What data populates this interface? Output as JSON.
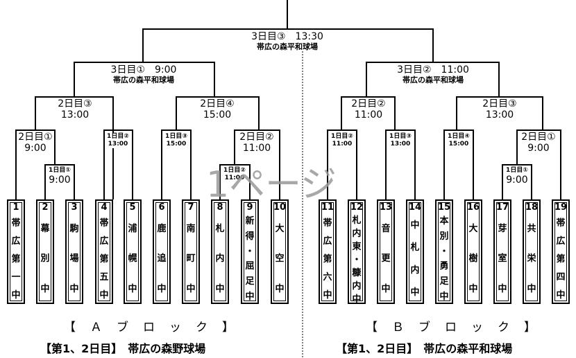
{
  "matches": {
    "final": {
      "round": "3日目③　13:30",
      "venue": "帯広の森平和球場"
    },
    "semi_a": {
      "round": "3日目①　9:00",
      "venue": "帯広の森平和球場"
    },
    "semi_b": {
      "round": "3日目②　11:00",
      "venue": "帯広の森平和球場"
    },
    "a_qf1": {
      "date": "2日目③",
      "time": "13:00"
    },
    "a_qf2": {
      "date": "2日目④",
      "time": "15:00"
    },
    "b_qf1": {
      "date": "2日目②",
      "time": "11:00"
    },
    "b_qf2": {
      "date": "2日目③",
      "time": "13:00"
    },
    "a_r2_1": {
      "date": "2日目①",
      "time": "9:00"
    },
    "a_r2_2": {
      "date": "2日目②",
      "time": "11:00"
    },
    "b_r2_2": {
      "date": "2日目①",
      "time": "9:00"
    },
    "a_r1_1": {
      "date": "1日目①",
      "time": "9:00"
    },
    "a_r1_2": {
      "date": "1日目②",
      "time": "13:00"
    },
    "a_r1_3": {
      "date": "1日目③",
      "time": "15:00"
    },
    "a_r1_4": {
      "date": "1日目②",
      "time": "11:00"
    },
    "b_r1_1": {
      "date": "1日目②",
      "time": "11:00"
    },
    "b_r1_2": {
      "date": "1日目③",
      "time": "13:00"
    },
    "b_r1_3": {
      "date": "1日目④",
      "time": "15:00"
    },
    "b_r1_4": {
      "date": "1日目①",
      "time": "9:00"
    }
  },
  "teams": [
    {
      "num": "1",
      "name": "帯広第一中"
    },
    {
      "num": "2",
      "name": "幕別中"
    },
    {
      "num": "3",
      "name": "駒場中"
    },
    {
      "num": "4",
      "name": "帯広第五中"
    },
    {
      "num": "5",
      "name": "浦幌中"
    },
    {
      "num": "6",
      "name": "鹿追中"
    },
    {
      "num": "7",
      "name": "南町中"
    },
    {
      "num": "8",
      "name": "札内中"
    },
    {
      "num": "9",
      "name": "新得・屈足中"
    },
    {
      "num": "10",
      "name": "大空中"
    },
    {
      "num": "11",
      "name": "帯広第六中"
    },
    {
      "num": "12",
      "name": "札内東・糠内中"
    },
    {
      "num": "13",
      "name": "音更中"
    },
    {
      "num": "14",
      "name": "中札内中"
    },
    {
      "num": "15",
      "name": "本別・勇足中"
    },
    {
      "num": "16",
      "name": "大樹中"
    },
    {
      "num": "17",
      "name": "芽室中"
    },
    {
      "num": "18",
      "name": "共栄中"
    },
    {
      "num": "19",
      "name": "帯広第四中"
    }
  ],
  "watermark": "1ページ",
  "blocks": {
    "a": {
      "title": "【　Ａ　ブ　ロ　ッ　ク　】",
      "venue": "【第1、2日目】　帯広の森野球場"
    },
    "b": {
      "title": "【　Ｂ　ブ　ロ　ッ　ク　】",
      "venue": "【第1、2日目】　帯広の森平和球場"
    }
  }
}
